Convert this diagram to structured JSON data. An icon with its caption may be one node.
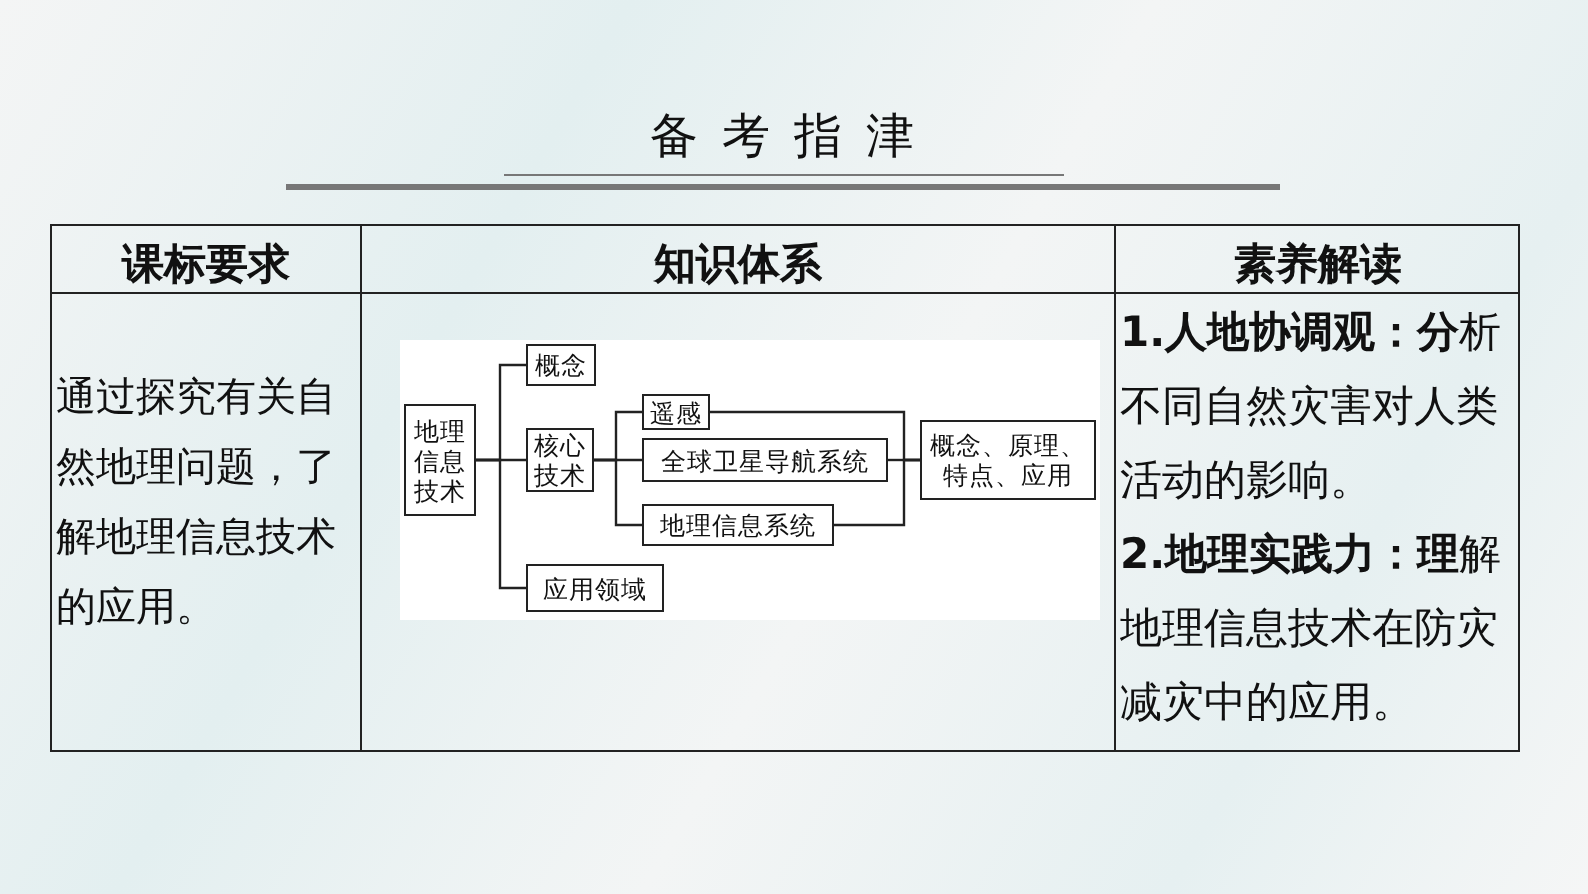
{
  "diagram": {
    "nodes": [
      {
        "text": [
          "地理信息技术"
        ]
      },
      {
        "text": [
          "概念"
        ]
      },
      {
        "text": [
          "核心技术"
        ]
      },
      {
        "text": [
          "遥感"
        ]
      },
      {
        "text": [
          "全球卫星导航系统"
        ]
      },
      {
        "text": [
          "地理信息系统"
        ]
      },
      {
        "text": [
          "概念、原理、特点、应用"
        ]
      },
      {
        "text": [
          "应用领域"
        ]
      }
    ],
    "edges": [
      {
        "from": 0,
        "to": 1,
        "arrow": "none"
      },
      {
        "from": 0,
        "to": 2,
        "arrow": "none"
      },
      {
        "from": 0,
        "to": 7,
        "arrow": "none"
      },
      {
        "from": 2,
        "to": 3,
        "arrow": "none"
      },
      {
        "from": 2,
        "to": 4,
        "arrow": "none"
      },
      {
        "from": 2,
        "to": 5,
        "arrow": "none"
      },
      {
        "from": 3,
        "to": 6,
        "arrow": "none"
      },
      {
        "from": 4,
        "to": 6,
        "arrow": "none"
      },
      {
        "from": 5,
        "to": 6,
        "arrow": "none"
      }
    ],
    "labels": [
      "备考指津",
      "课标要求",
      "知识体系",
      "素养解读",
      "通过探究有关自然地理问题，了解地理信息技术的应用。",
      "**1.人地协调观：分**析不同自然灾害对人类活动的影响。",
      "**2.地理实践力：理**解地理信息技术在防灾减灾中的应用。"
    ]
  }
}
